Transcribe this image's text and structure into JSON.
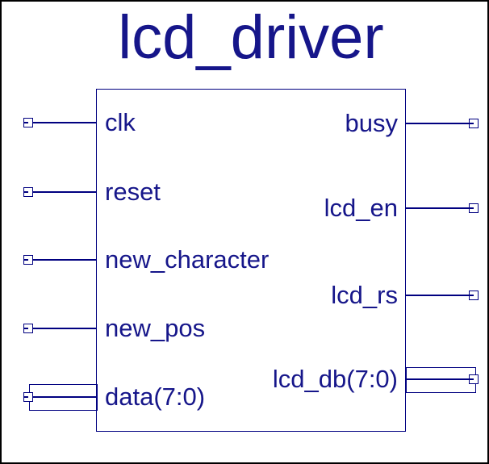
{
  "title": "lcd_driver",
  "colors": {
    "line": "#000080",
    "text": "#16168A",
    "frame": "#000000",
    "background": "#FFFFFF"
  },
  "ports": {
    "inputs": [
      {
        "name": "clk",
        "bus": false
      },
      {
        "name": "reset",
        "bus": false
      },
      {
        "name": "new_character",
        "bus": false
      },
      {
        "name": "new_pos",
        "bus": false
      },
      {
        "name": "data(7:0)",
        "bus": true
      }
    ],
    "outputs": [
      {
        "name": "busy",
        "bus": false
      },
      {
        "name": "lcd_en",
        "bus": false
      },
      {
        "name": "lcd_rs",
        "bus": false
      },
      {
        "name": "lcd_db(7:0)",
        "bus": true
      }
    ]
  }
}
